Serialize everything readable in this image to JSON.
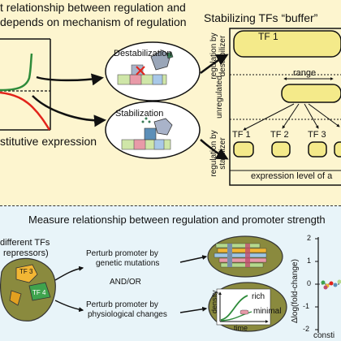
{
  "top": {
    "title_line1": "t relationship between regulation and",
    "title_line2": "depends on mechanism of regulation",
    "constitutive_label": "stitutive expression",
    "destabilization_label": "Destabilization",
    "stabilization_label": "Stabilization",
    "buffer_title": "Stabilizing TFs “buffer”",
    "row_label_destabilizer": "regulation by destabilizer",
    "row_label_unregulated": "unregulated",
    "row_label_stabilizer": "regulation by stabilizer",
    "tf1_top": "TF 1",
    "range_label": "range",
    "tf_bottom": [
      "TF 1",
      "TF 2",
      "TF 3"
    ],
    "xaxis_label": "expression level of a"
  },
  "bottom": {
    "title": "Measure relationship between regulation and promoter strength",
    "left_line1": "different TFs",
    "left_line2": "repressors)",
    "tf3_label": "TF 3",
    "tf4_label": "TF 4",
    "perturb1_line1": "Perturb promoter by",
    "perturb1_line2": "genetic mutations",
    "andor": "AND/OR",
    "perturb2_line1": "Perturb promoter by",
    "perturb2_line2": "physiological changes",
    "density_label": "density",
    "time_label": "time",
    "rich_label": "rich",
    "minimal_label": "minimal",
    "y_ticks": [
      "2",
      "1",
      "0",
      "-1",
      "-2"
    ],
    "y_label": "Δlog(fold-change)",
    "x_label": "consti"
  },
  "colors": {
    "top_bg": "#fdf5cf",
    "bottom_bg": "#e8f4f9",
    "green_curve": "#2e8b3a",
    "red_curve": "#e2231a",
    "tf_fill": "#f4ea8a",
    "cell_olive": "#8a8a3e"
  }
}
